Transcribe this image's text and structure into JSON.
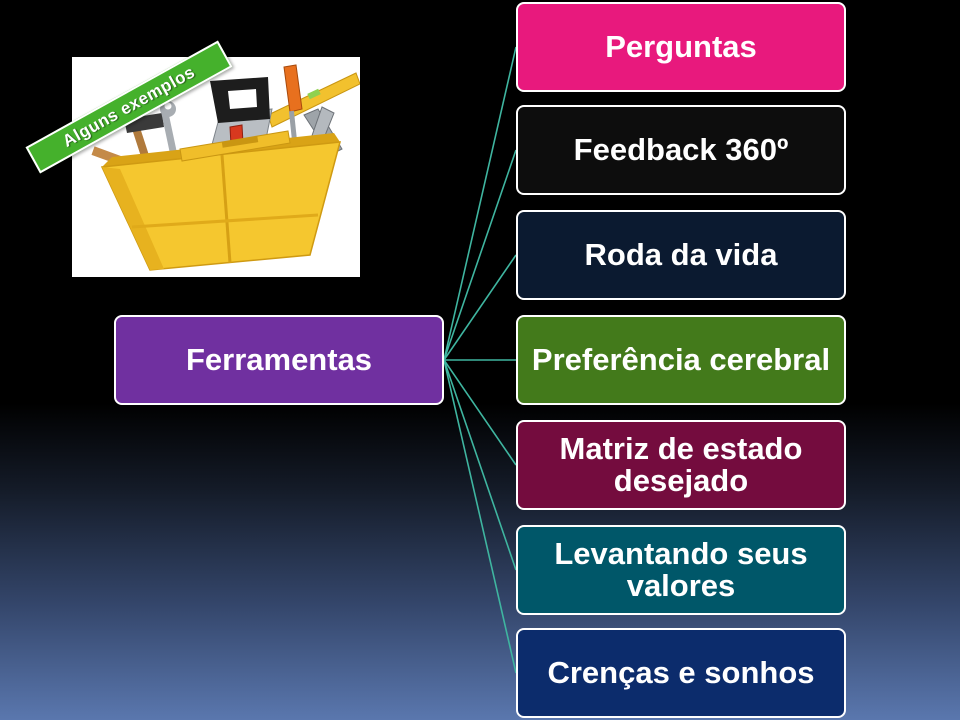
{
  "slide": {
    "background": {
      "top": "#000000",
      "bottom": "#5a77ae"
    },
    "badge": {
      "label": "Alguns exemplos",
      "color": "#45b12c"
    },
    "illustration": {
      "icon": "toolbox-icon"
    },
    "diagram": {
      "connector_color": "#3fb5a0",
      "root": {
        "label": "Ferramentas",
        "color": "#7030a0"
      },
      "nodes": [
        {
          "label": "Perguntas",
          "color": "#e8197d"
        },
        {
          "label": "Feedback 360º",
          "color": "#0d0d0d"
        },
        {
          "label": "Roda da vida",
          "color": "#0b1a30"
        },
        {
          "label": "Preferência cerebral",
          "color": "#437a1b"
        },
        {
          "label": "Matriz de estado desejado",
          "color": "#740c3e"
        },
        {
          "label": "Levantando seus valores",
          "color": "#005769"
        },
        {
          "label": "Crenças e sonhos",
          "color": "#0c2c6c"
        }
      ]
    }
  }
}
